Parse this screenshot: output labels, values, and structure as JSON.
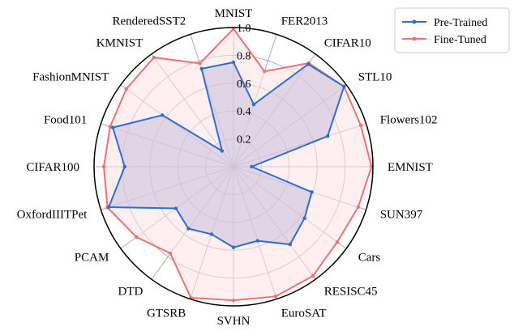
{
  "chart_data": {
    "type": "radar",
    "categories": [
      "MNIST",
      "FER2013",
      "CIFAR10",
      "STL10",
      "Flowers102",
      "EMNIST",
      "SUN397",
      "Cars",
      "RESISC45",
      "EuroSAT",
      "SVHN",
      "GTSRB",
      "DTD",
      "PCAM",
      "OxfordIIITPet",
      "CIFAR100",
      "Food101",
      "FashionMNIST",
      "KMNIST",
      "RenderedSST2"
    ],
    "radial_ticks": [
      "0.2",
      "0.4",
      "0.6",
      "0.8",
      "1.0"
    ],
    "radial_tick_values": [
      0.2,
      0.4,
      0.6,
      0.8,
      1.0
    ],
    "rlim": [
      0,
      1.0
    ],
    "grid": true,
    "legend_position": "top-right",
    "series": [
      {
        "name": "Pre-Trained",
        "color": "#2d6fd1",
        "fill": "#c9bedc",
        "marker": "dot",
        "values": [
          0.75,
          0.47,
          0.91,
          0.98,
          0.71,
          0.13,
          0.59,
          0.63,
          0.69,
          0.56,
          0.58,
          0.51,
          0.55,
          0.51,
          0.94,
          0.78,
          0.91,
          0.63,
          0.14,
          0.74
        ]
      },
      {
        "name": "Fine-Tuned",
        "color": "#f07075",
        "fill": "#ffe2e3",
        "marker": "dot",
        "values": [
          0.99,
          0.72,
          0.92,
          0.98,
          0.96,
          0.99,
          0.94,
          0.92,
          0.97,
          0.98,
          0.96,
          0.99,
          0.77,
          0.86,
          0.95,
          0.93,
          0.93,
          0.95,
          0.97,
          0.78
        ]
      }
    ]
  }
}
